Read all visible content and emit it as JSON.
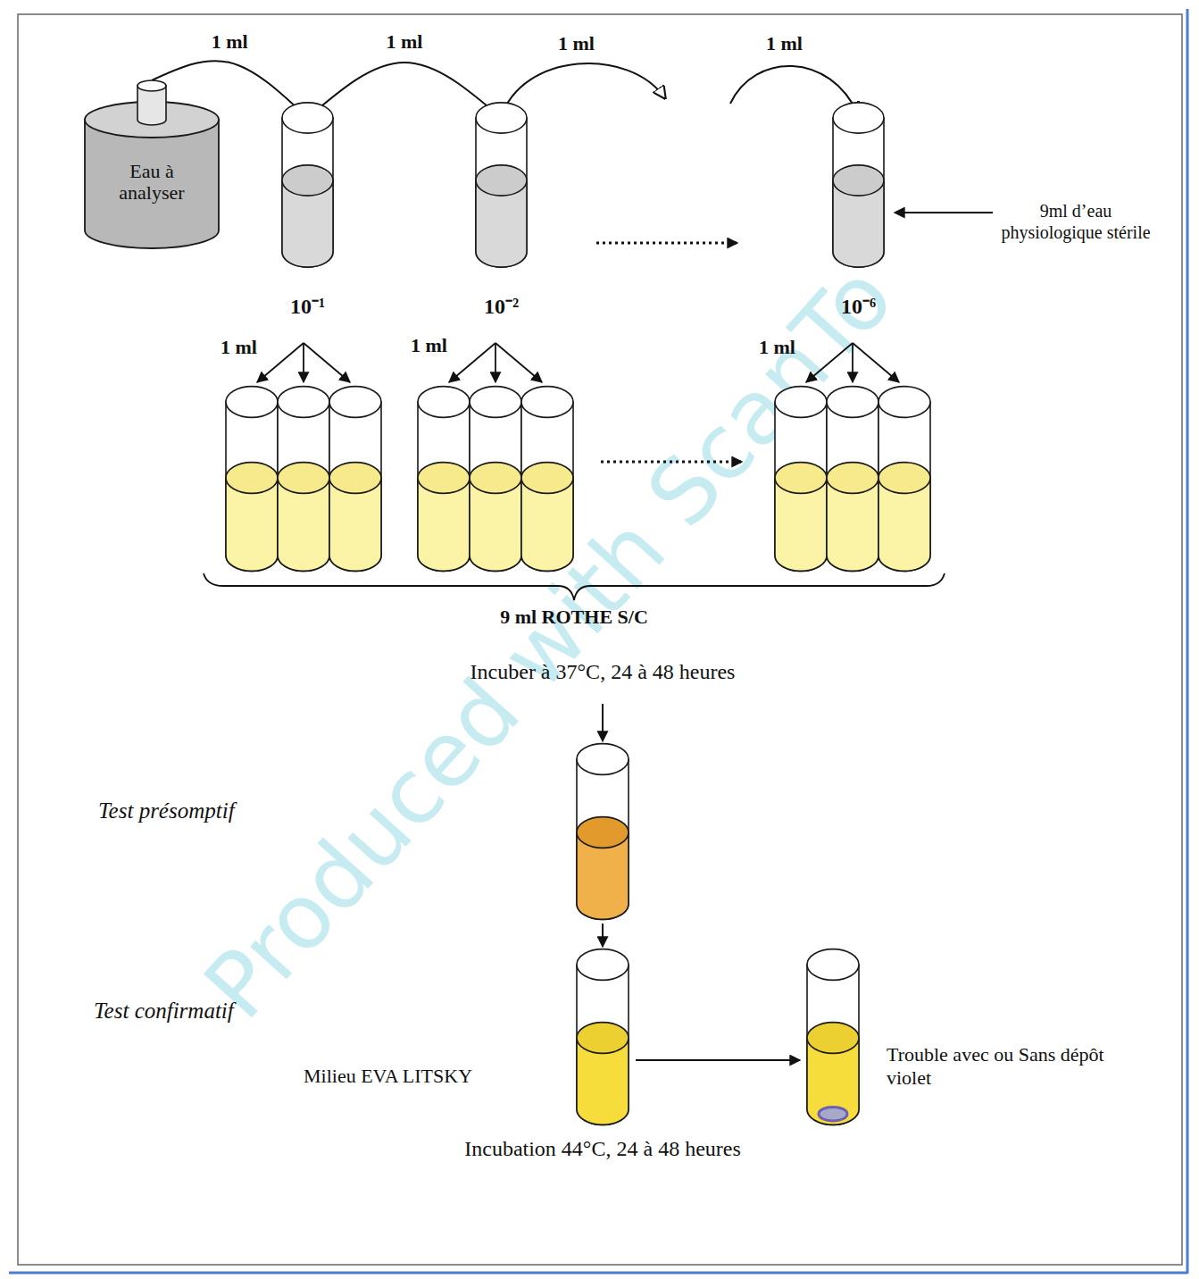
{
  "diagram": {
    "nodes": [
      {
        "text": [
          "Eau à analyser"
        ]
      },
      {
        "text": [
          "10⁻¹"
        ]
      },
      {
        "text": [
          "10⁻²"
        ]
      },
      {
        "text": [
          "10⁻⁶"
        ]
      }
    ],
    "edges": [
      {
        "from": 0,
        "to": 1,
        "arrow": "to",
        "label": "1 ml"
      },
      {
        "from": 1,
        "to": 2,
        "arrow": "to",
        "label": "1 ml"
      }
    ],
    "labels": [
      "1 ml",
      "1 ml",
      "9ml d’eau physiologique stérile",
      "1 ml",
      "1 ml",
      "1 ml",
      "9 ml ROTHE S/C",
      "Incuber à 37°C, 24 à 48 heures",
      "Test présomptif",
      "Milieu EVA LITSKY",
      "Test confirmatif",
      "Trouble avec ou Sans dépôt violet",
      "Incubation 44°C, 24 à 48 heures",
      "Produced with ScanTo"
    ]
  }
}
